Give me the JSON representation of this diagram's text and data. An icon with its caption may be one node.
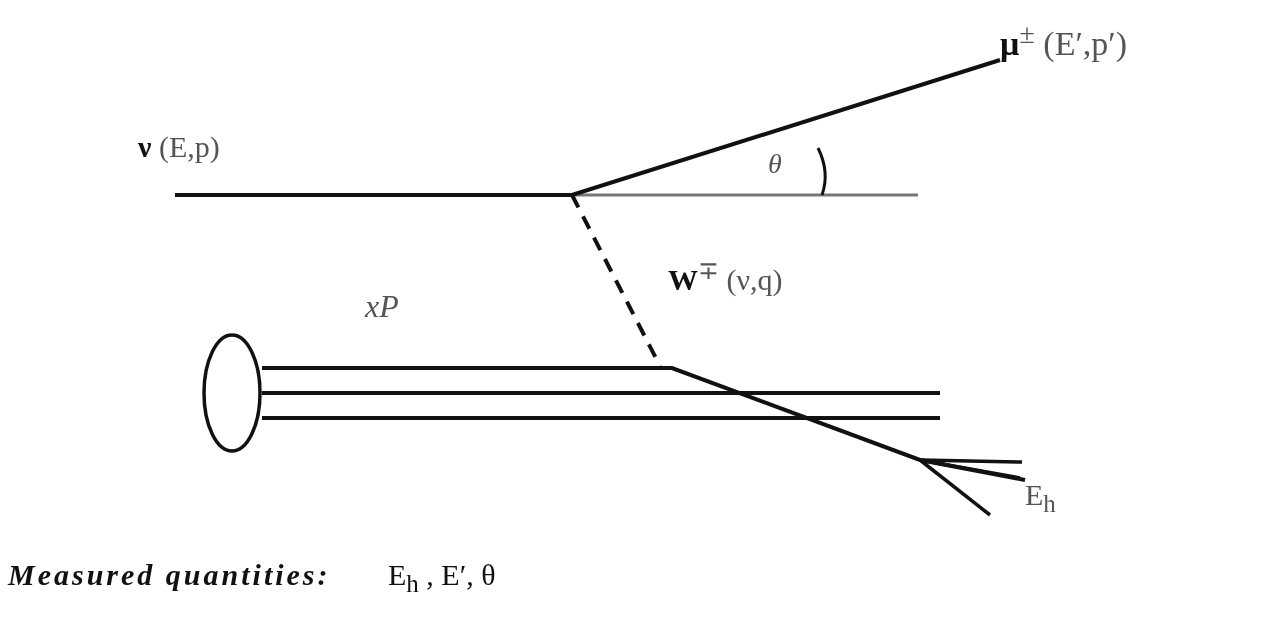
{
  "diagram": {
    "nodes": [
      {
        "text": [],
        "shape": "ellipse"
      },
      {
        "text": [
          "**μ**$^{±}$ (E′,p′)"
        ]
      },
      {
        "text": [
          "E$_{h}$"
        ]
      }
    ],
    "edges": [
      {
        "from": null,
        "to": 1,
        "arrow": "none"
      },
      {
        "from": 0,
        "to": 2,
        "arrow": "none"
      },
      {
        "from": 0,
        "to": null,
        "arrow": "none"
      },
      {
        "from": 0,
        "to": null,
        "arrow": "none"
      }
    ],
    "labels": [
      "**ν** (E,p)",
      "θ",
      "**W**$^{∓}$ (ν,q)",
      "xP",
      "Measured quantities:",
      "E$_{h}$ , E′, θ"
    ]
  }
}
